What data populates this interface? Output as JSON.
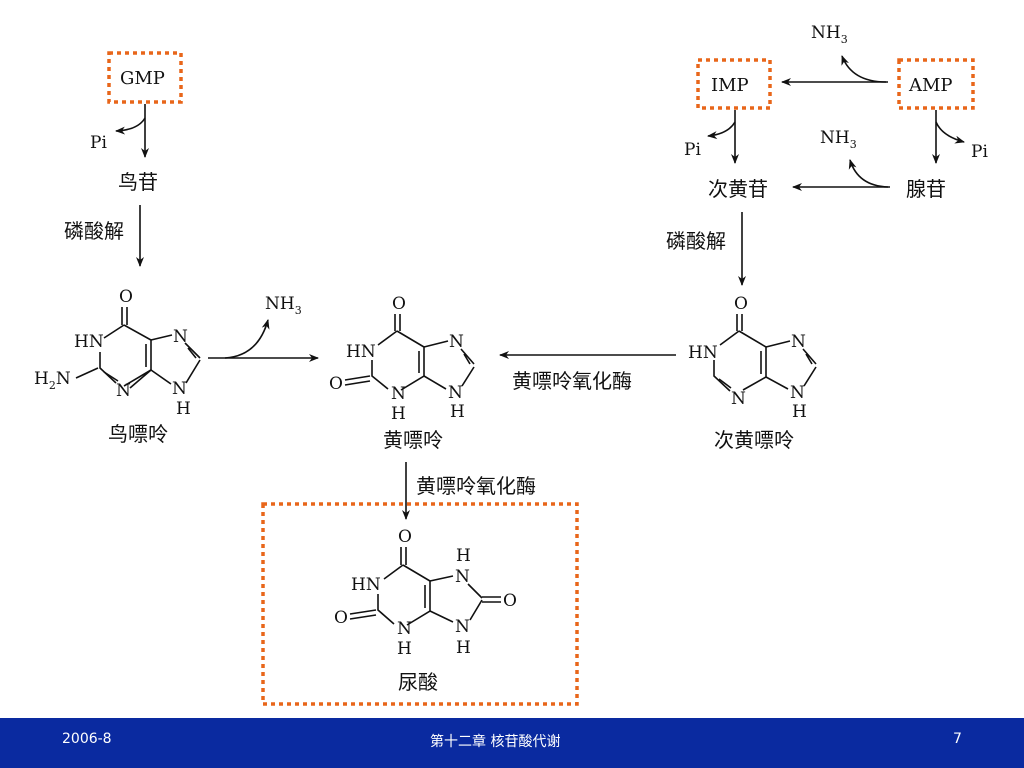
{
  "colors": {
    "box_dotted": "#e8661a",
    "footer_bg": "#0a2aa0",
    "footer_text": "#ffffff"
  },
  "diagram": {
    "left_path": {
      "gmp": "GMP",
      "pi": "Pi",
      "guanosine": "鸟苷",
      "phosphorolysis": "磷酸解",
      "guanine": "鸟嘌呤"
    },
    "right_path": {
      "imp": "IMP",
      "amp": "AMP",
      "nh3_top": "NH",
      "nh3_top_sub": "3",
      "pi_imp": "Pi",
      "pi_amp": "Pi",
      "nh3_mid": "NH",
      "nh3_mid_sub": "3",
      "inosine": "次黄苷",
      "adenosine": "腺苷",
      "phosphorolysis": "磷酸解",
      "hypoxanthine": "次黄嘌呤"
    },
    "center": {
      "nh3": "NH",
      "nh3_sub": "3",
      "enzyme_1": "黄嘌呤氧化酶",
      "xanthine": "黄嘌呤",
      "enzyme_2": "黄嘌呤氧化酶",
      "uric_acid": "尿酸"
    },
    "atoms": {
      "O": "O",
      "N": "N",
      "H": "H",
      "HN": "HN",
      "H2N": "H",
      "H2N_sub": "2",
      "H2N_tail": "N"
    }
  },
  "footer": {
    "date": "2006-8",
    "title": "第十二章  核苷酸代谢",
    "page": "7"
  }
}
